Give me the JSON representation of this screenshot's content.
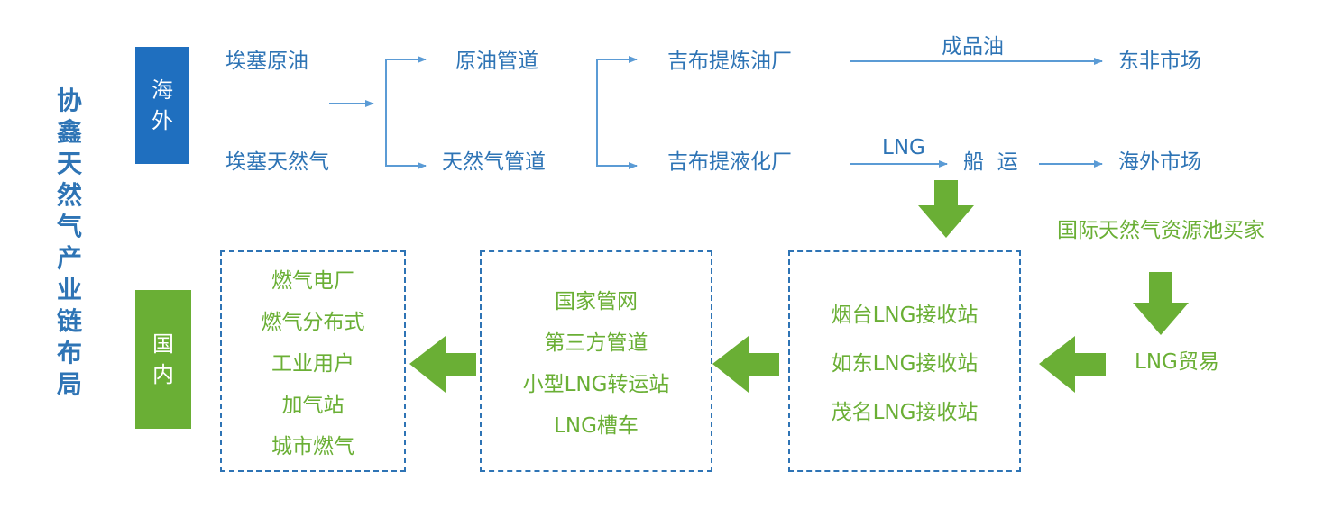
{
  "title_chars": [
    "协",
    "鑫",
    "天",
    "然",
    "气",
    "产",
    "业",
    "链",
    "布",
    "局"
  ],
  "sections": {
    "overseas": [
      "海",
      "外"
    ],
    "domestic": [
      "国",
      "内"
    ]
  },
  "overseas_flow": {
    "ethiopia_crude": "埃塞原油",
    "ethiopia_gas": "埃塞天然气",
    "crude_pipeline": "原油管道",
    "gas_pipeline": "天然气管道",
    "djibouti_refinery": "吉布提炼油厂",
    "djibouti_lng_plant": "吉布提液化厂",
    "refined_oil_label": "成品油",
    "lng_label": "LNG",
    "shipping": "船  运",
    "east_africa_market": "东非市场",
    "overseas_market": "海外市场"
  },
  "intl_buyers": "国际天然气资源池买家",
  "lng_trade": "LNG贸易",
  "terminals": [
    "烟台LNG接收站",
    "如东LNG接收站",
    "茂名LNG接收站"
  ],
  "transport": [
    "国家管网",
    "第三方管道",
    "小型LNG转运站",
    "LNG槽车"
  ],
  "end_users": [
    "燃气电厂",
    "燃气分布式",
    "工业用户",
    "加气站",
    "城市燃气"
  ],
  "colors": {
    "blue": "#2e74b5",
    "light_blue_line": "#5b9bd5",
    "section_blue": "#1f6fbf",
    "green": "#6aaf35"
  }
}
